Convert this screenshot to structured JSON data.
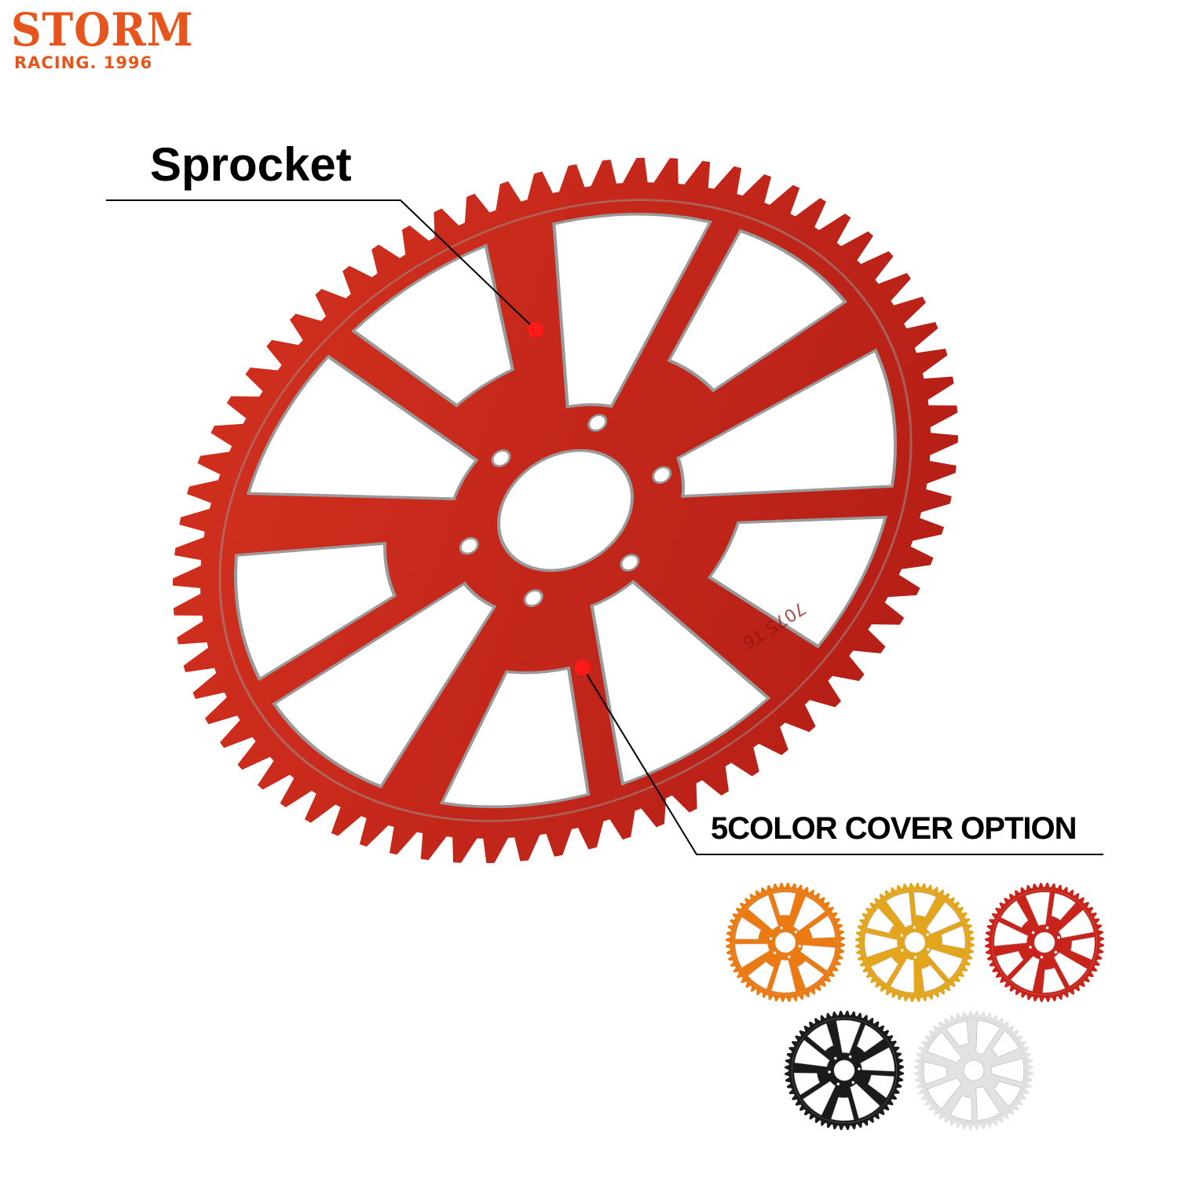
{
  "brand": {
    "name": "STORM",
    "tagline": "RACING. 1996",
    "accent_color": "#e8551c"
  },
  "callouts": {
    "main_label": "Sprocket",
    "options_label": "5COLOR COVER OPTION",
    "marker_color": "#ff1a1a"
  },
  "main_sprocket": {
    "color": "#c8241b",
    "engraving": "7075 T6"
  },
  "color_options": [
    {
      "name": "orange",
      "color": "#ec7a12"
    },
    {
      "name": "gold",
      "color": "#e3a51c"
    },
    {
      "name": "red",
      "color": "#c8241b"
    },
    {
      "name": "black",
      "color": "#1b1b1b"
    },
    {
      "name": "silver",
      "color": "#e2e2e2"
    }
  ]
}
